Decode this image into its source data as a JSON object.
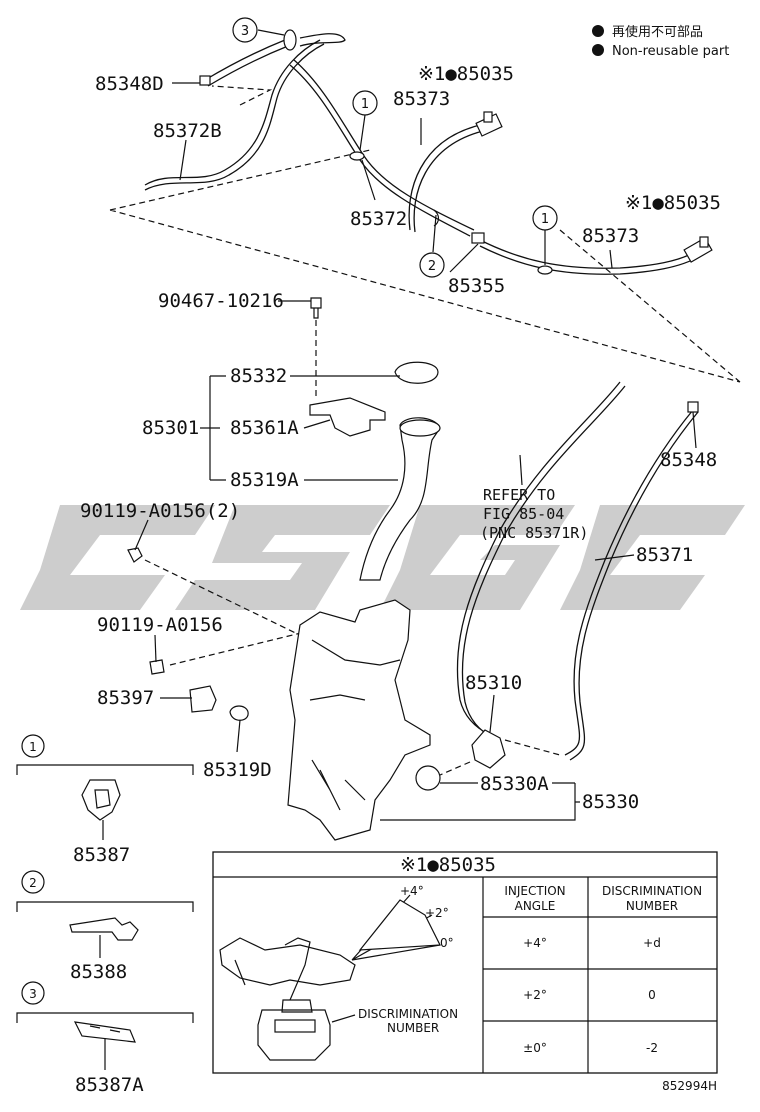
{
  "legend": {
    "jp": "再使用不可部品",
    "en": "Non-reusable part",
    "bullet_color": "#111111"
  },
  "watermark": {
    "text": "CSGC",
    "color": "#c8c8c8"
  },
  "labels": {
    "p85348D": "85348D",
    "p85372B": "85372B",
    "p85372": "85372",
    "p85373a": "85373",
    "p85373b": "85373",
    "p85035a": "※1●85035",
    "p85035b": "※1●85035",
    "p85355": "85355",
    "p90467": "90467-10216",
    "p85332": "85332",
    "p85301": "85301",
    "p85361A": "85361A",
    "p85319A": "85319A",
    "p85348": "85348",
    "p85371": "85371",
    "p90119a": "90119-A0156(2)",
    "p90119b": "90119-A0156",
    "p85397": "85397",
    "p85319D": "85319D",
    "p85310": "85310",
    "p85330A": "85330A",
    "p85330": "85330",
    "p85387": "85387",
    "p85388": "85388",
    "p85387A": "85387A",
    "refer1": "REFER TO",
    "refer2": "FIG 85-04",
    "refer3": "(PNC 85371R)"
  },
  "callouts": {
    "c1": "1",
    "c2": "2",
    "c3": "3"
  },
  "detail": {
    "title": "※1●85035",
    "angle_p4": "+4°",
    "angle_p2": "+2°",
    "angle_0": "0°",
    "disc_label_1": "DISCRIMINATION",
    "disc_label_2": "NUMBER",
    "table": {
      "headers": [
        {
          "line1": "INJECTION",
          "line2": "ANGLE"
        },
        {
          "line1": "DISCRIMINATION",
          "line2": "NUMBER"
        }
      ],
      "rows": [
        {
          "angle": "+4°",
          "number": "+d"
        },
        {
          "angle": "+2°",
          "number": "0"
        },
        {
          "angle": "±0°",
          "number": "-2"
        }
      ]
    }
  },
  "figure_id": "852994H"
}
